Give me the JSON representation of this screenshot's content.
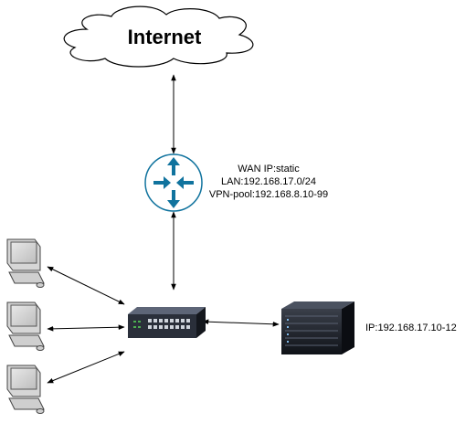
{
  "cloud": {
    "label": "Internet"
  },
  "router": {
    "wan": "WAN IP:static",
    "lan": "LAN:192.168.17.0/24",
    "vpn": "VPN-pool:192.168.8.10-99"
  },
  "server": {
    "ip": "IP:192.168.17.10-12"
  },
  "colors": {
    "router_arrows": "#10739e",
    "line": "#000000"
  }
}
